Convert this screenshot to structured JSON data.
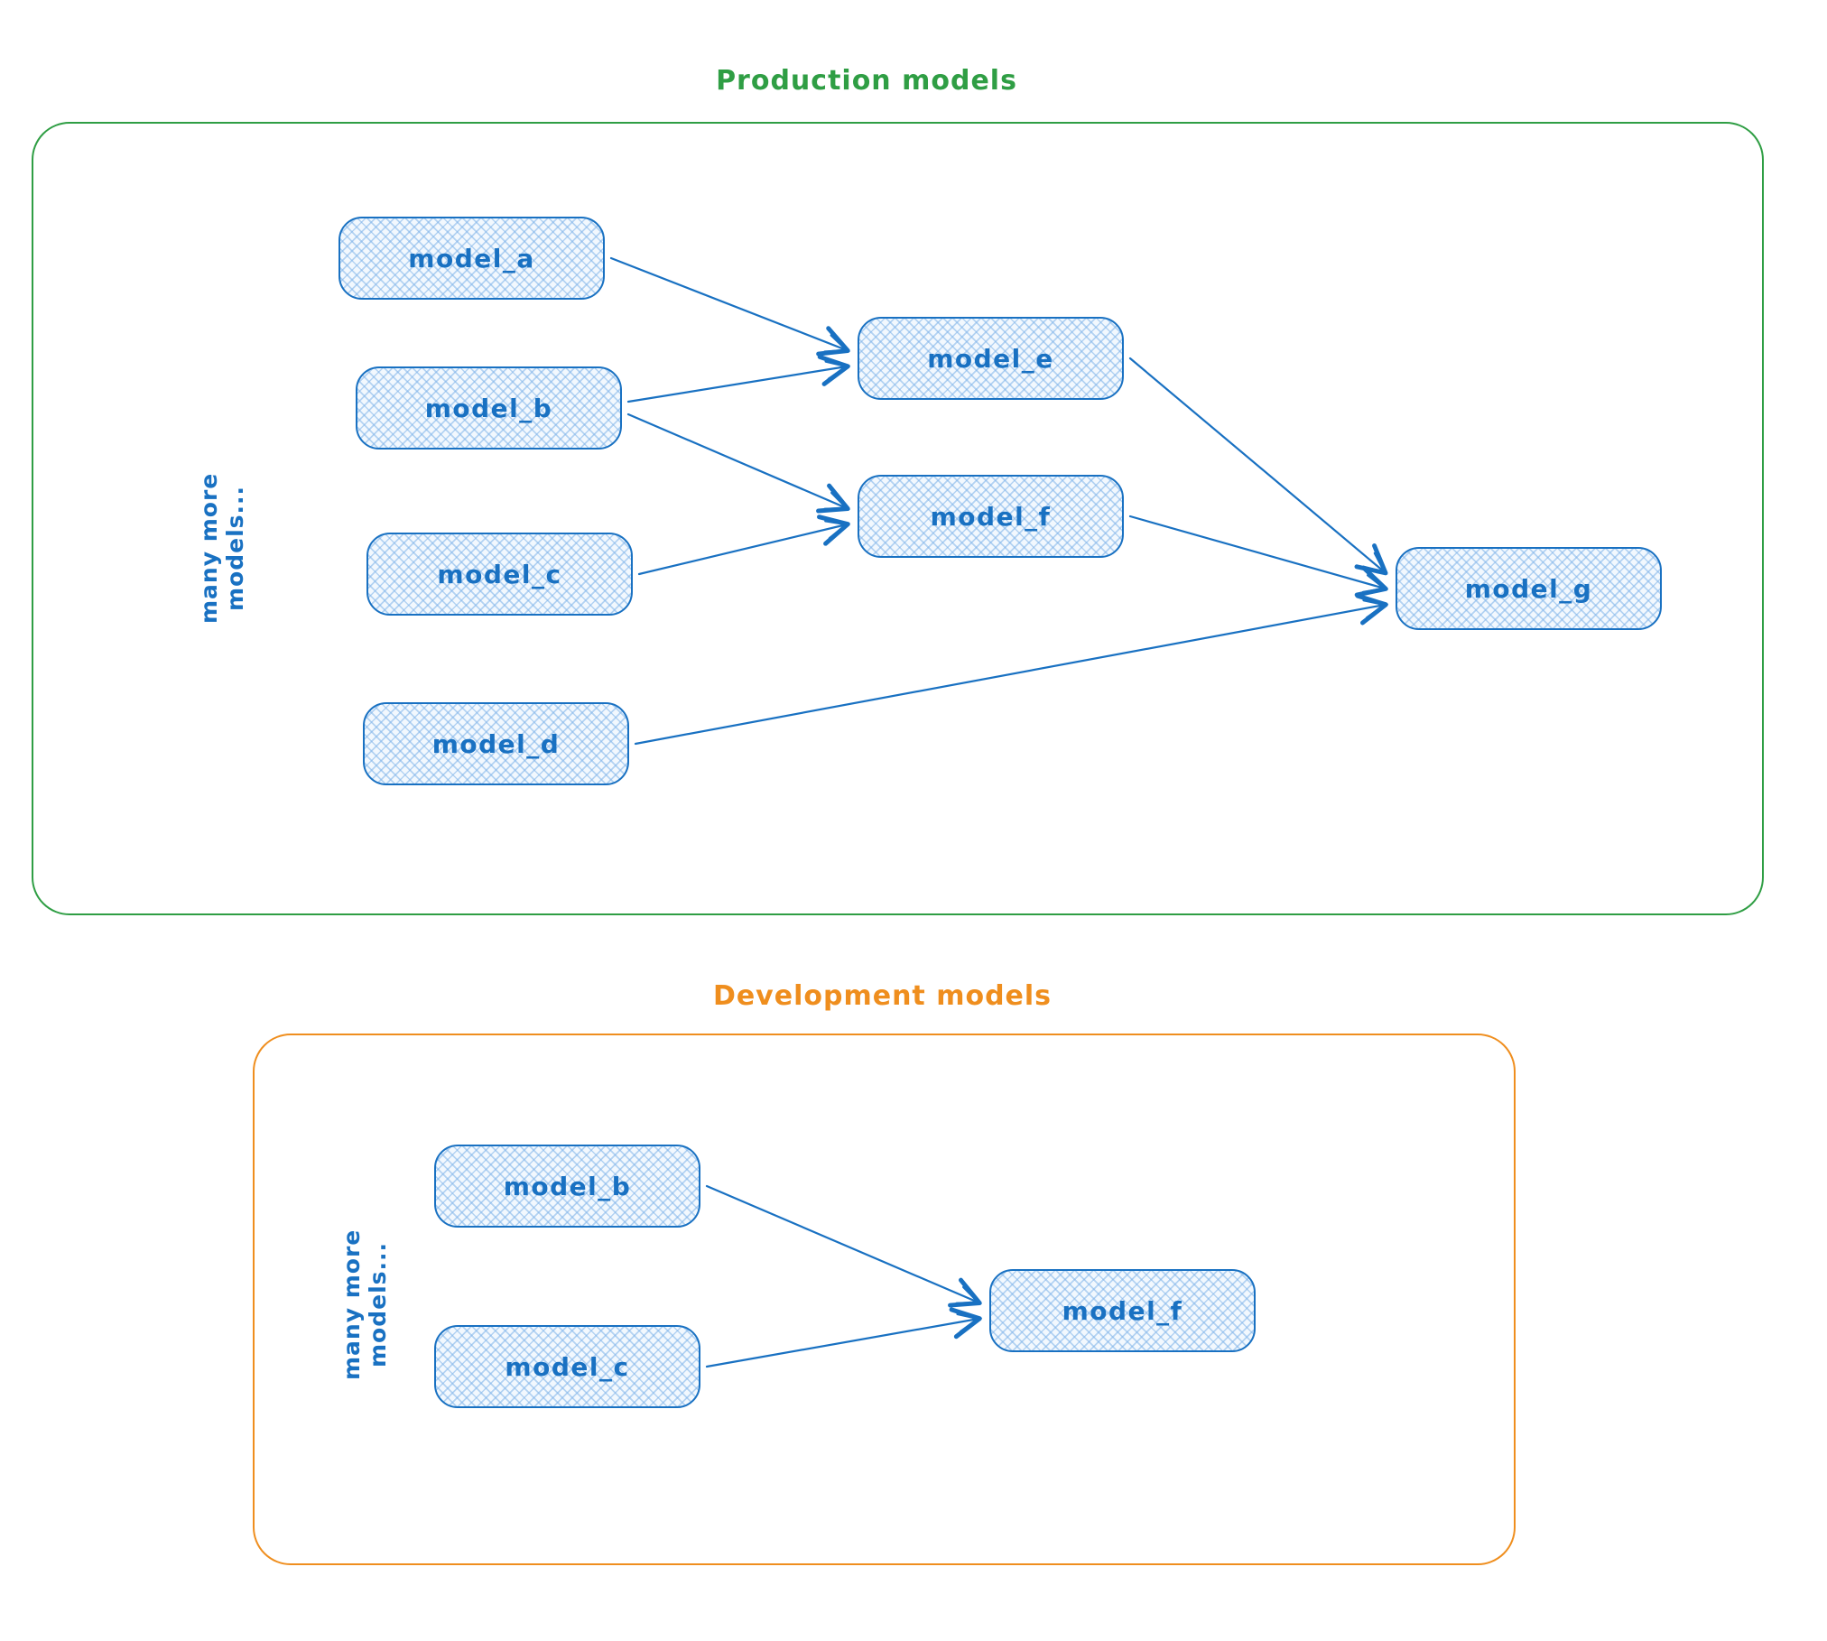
{
  "colors": {
    "node_stroke": "#1971c2",
    "node_fill": "#f2f8fe",
    "production_accent": "#2f9e44",
    "development_accent": "#ef8e1e"
  },
  "production": {
    "title": "Production models",
    "side_label": "many more models...",
    "nodes": [
      {
        "id": "a",
        "label": "model_a"
      },
      {
        "id": "b",
        "label": "model_b"
      },
      {
        "id": "c",
        "label": "model_c"
      },
      {
        "id": "d",
        "label": "model_d"
      },
      {
        "id": "e",
        "label": "model_e"
      },
      {
        "id": "f",
        "label": "model_f"
      },
      {
        "id": "g",
        "label": "model_g"
      }
    ],
    "edges": [
      [
        "a",
        "e"
      ],
      [
        "b",
        "e"
      ],
      [
        "b",
        "f"
      ],
      [
        "c",
        "f"
      ],
      [
        "e",
        "g"
      ],
      [
        "f",
        "g"
      ],
      [
        "d",
        "g"
      ]
    ]
  },
  "development": {
    "title": "Development models",
    "side_label": "many more models...",
    "nodes": [
      {
        "id": "b",
        "label": "model_b"
      },
      {
        "id": "c",
        "label": "model_c"
      },
      {
        "id": "f",
        "label": "model_f"
      }
    ],
    "edges": [
      [
        "b",
        "f"
      ],
      [
        "c",
        "f"
      ]
    ]
  }
}
